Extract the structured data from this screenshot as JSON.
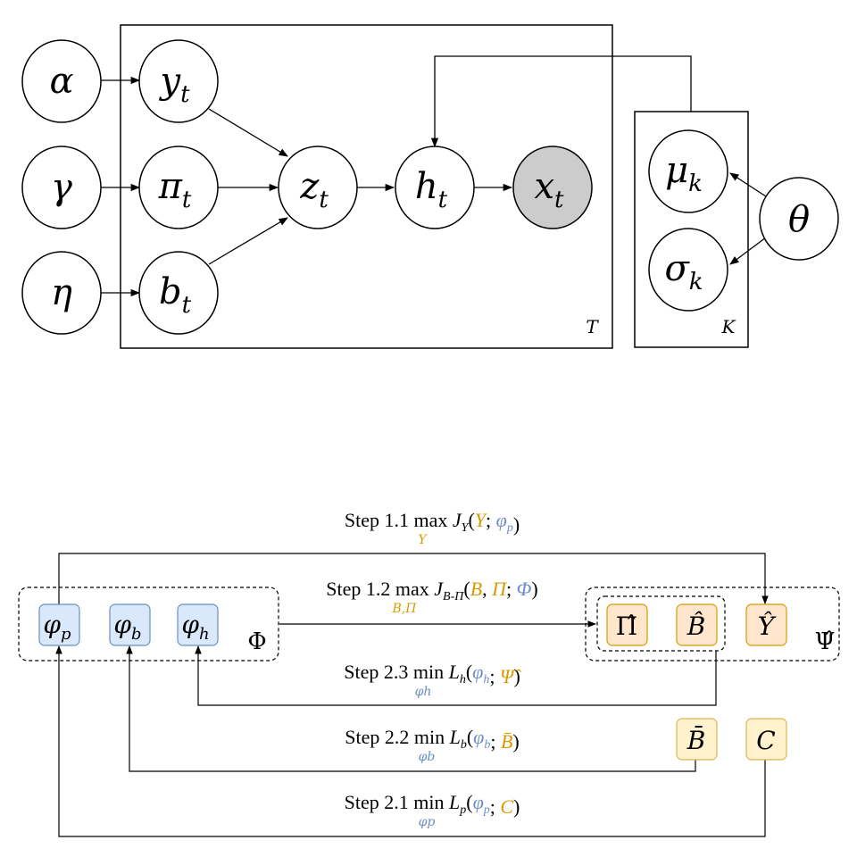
{
  "pgm": {
    "plates": {
      "time": "T",
      "cluster": "K"
    },
    "nodes": {
      "alpha": "α",
      "gamma": "γ",
      "eta": "η",
      "y": {
        "base": "y",
        "sub": "t"
      },
      "pi": {
        "base": "π",
        "sub": "t"
      },
      "b": {
        "base": "b",
        "sub": "t"
      },
      "z": {
        "base": "z",
        "sub": "t"
      },
      "h": {
        "base": "h",
        "sub": "t"
      },
      "x": {
        "base": "x",
        "sub": "t",
        "observed": true
      },
      "mu": {
        "base": "μ",
        "sub": "k"
      },
      "sigma": {
        "base": "σ",
        "sub": "k"
      },
      "theta": "θ"
    },
    "colors": {
      "observed_fill": "#cccccc",
      "stroke": "#000000"
    }
  },
  "flow": {
    "params": {
      "phi_p": {
        "base": "φ",
        "sub": "p"
      },
      "phi_b": {
        "base": "φ",
        "sub": "b"
      },
      "phi_h": {
        "base": "φ",
        "sub": "h"
      },
      "Phi": "Φ"
    },
    "estimates": {
      "Pi_hat": "Π̂",
      "B_hat": "B̂",
      "Y_hat": "Ŷ",
      "Psi_hat": "Ψ̂"
    },
    "references": {
      "B_bar": "B̄",
      "C": "C"
    },
    "steps": {
      "s11": {
        "prefix": "Step 1.1",
        "op": "max",
        "under": "Y",
        "fn": "J",
        "fn_sub": "Y",
        "args": [
          {
            "text": "Y",
            "color": "orange"
          },
          {
            "text": "; ",
            "color": "black"
          },
          {
            "text": "φ",
            "sub": "p",
            "color": "blue"
          }
        ]
      },
      "s12": {
        "prefix": "Step 1.2",
        "op": "max",
        "under": "B,Π",
        "fn": "J",
        "fn_sub": "B-Π",
        "args": [
          {
            "text": "B",
            "color": "orange"
          },
          {
            "text": ", ",
            "color": "black"
          },
          {
            "text": "Π",
            "color": "orange"
          },
          {
            "text": "; ",
            "color": "black"
          },
          {
            "text": "Φ",
            "color": "blue"
          }
        ]
      },
      "s23": {
        "prefix": "Step 2.3",
        "op": "min",
        "under": "φh",
        "fn": "L",
        "fn_sub": "h",
        "args": [
          {
            "text": "φ",
            "sub": "h",
            "color": "blue"
          },
          {
            "text": "; ",
            "color": "black"
          },
          {
            "text": "Ψ̂",
            "color": "orange"
          }
        ]
      },
      "s22": {
        "prefix": "Step 2.2",
        "op": "min",
        "under": "φb",
        "fn": "L",
        "fn_sub": "b",
        "args": [
          {
            "text": "φ",
            "sub": "b",
            "color": "blue"
          },
          {
            "text": "; ",
            "color": "black"
          },
          {
            "text": "B̄",
            "color": "orange"
          }
        ]
      },
      "s21": {
        "prefix": "Step 2.1",
        "op": "min",
        "under": "φp",
        "fn": "L",
        "fn_sub": "p",
        "args": [
          {
            "text": "φ",
            "sub": "p",
            "color": "blue"
          },
          {
            "text": "; ",
            "color": "black"
          },
          {
            "text": "C",
            "color": "orange"
          }
        ]
      }
    },
    "colors": {
      "blue": "#6c8ebf",
      "blue_fill": "#dae8fc",
      "orange": "#d79b00",
      "orange_fill": "#ffe6cc",
      "orange_stroke": "#d79b00",
      "yellow_fill": "#fff2cc",
      "yellow_stroke": "#d6b656"
    }
  }
}
